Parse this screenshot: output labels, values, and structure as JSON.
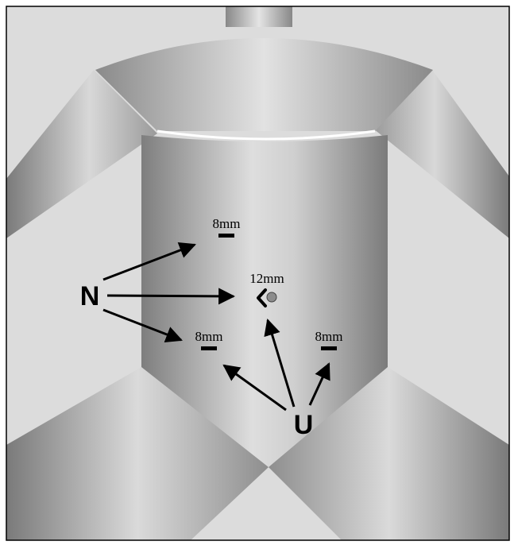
{
  "diagram": {
    "groups": {
      "n": {
        "label": "N"
      },
      "u": {
        "label": "U"
      }
    },
    "ports": {
      "n_upper": {
        "label": "8mm"
      },
      "center": {
        "label": "12mm"
      },
      "n_lower": {
        "label": "8mm"
      },
      "u_right": {
        "label": "8mm"
      }
    },
    "colors": {
      "background": "#dcdcdc",
      "body_light": "#e0e0e0",
      "body_dark": "#8a8a8a",
      "ink": "#000000",
      "port_dot": "#8c8c8c"
    }
  }
}
